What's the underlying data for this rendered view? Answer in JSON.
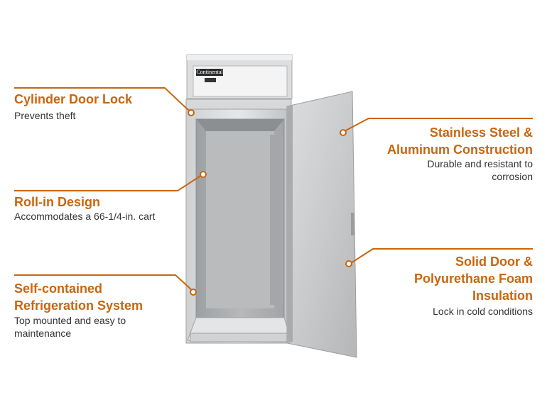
{
  "brand": {
    "logo_text": "Continental"
  },
  "callouts": {
    "cylinder_lock": {
      "title": "Cylinder Door Lock",
      "desc": "Prevents theft"
    },
    "roll_in": {
      "title": "Roll-in Design",
      "desc": "Accommodates a 66-1/4-in. cart"
    },
    "self_contained": {
      "title_line1": "Self-contained",
      "title_line2": "Refrigeration System",
      "desc_line1": "Top mounted and easy to",
      "desc_line2": "maintenance"
    },
    "stainless": {
      "title_line1": "Stainless Steel &",
      "title_line2": "Aluminum Construction",
      "desc_line1": "Durable and resistant to",
      "desc_line2": "corrosion"
    },
    "solid_door": {
      "title_line1": "Solid Door &",
      "title_line2": "Polyurethane Foam",
      "title_line3": "Insulation",
      "desc": "Lock in cold conditions"
    }
  },
  "colors": {
    "accent": "#c8660f",
    "text": "#333333"
  }
}
